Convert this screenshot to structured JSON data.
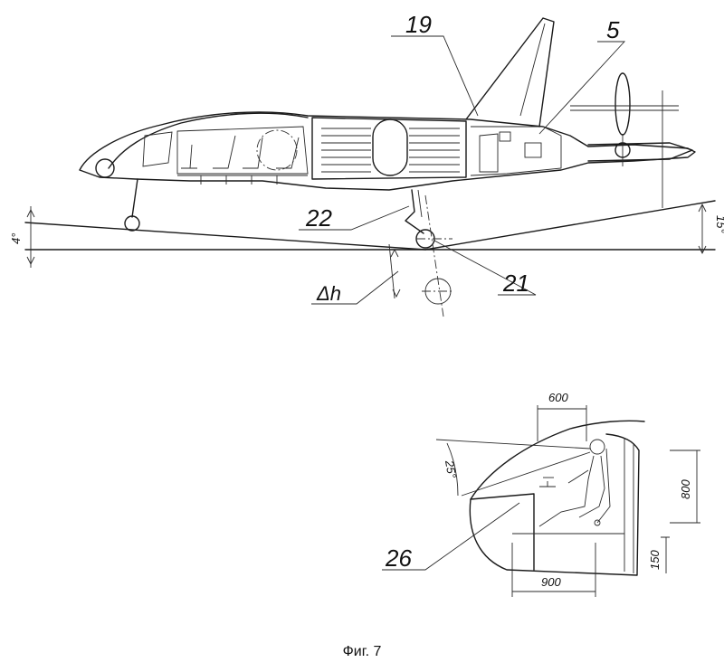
{
  "labels": {
    "part_19": "19",
    "part_5": "5",
    "part_22": "22",
    "part_21": "21",
    "part_26": "26",
    "delta_h": "Δh",
    "angle_4": "4°",
    "angle_15": "15°",
    "angle_25": "25°",
    "dim_600": "600",
    "dim_800": "800",
    "dim_900": "900",
    "dim_150": "150"
  },
  "caption": "Фиг. 7"
}
